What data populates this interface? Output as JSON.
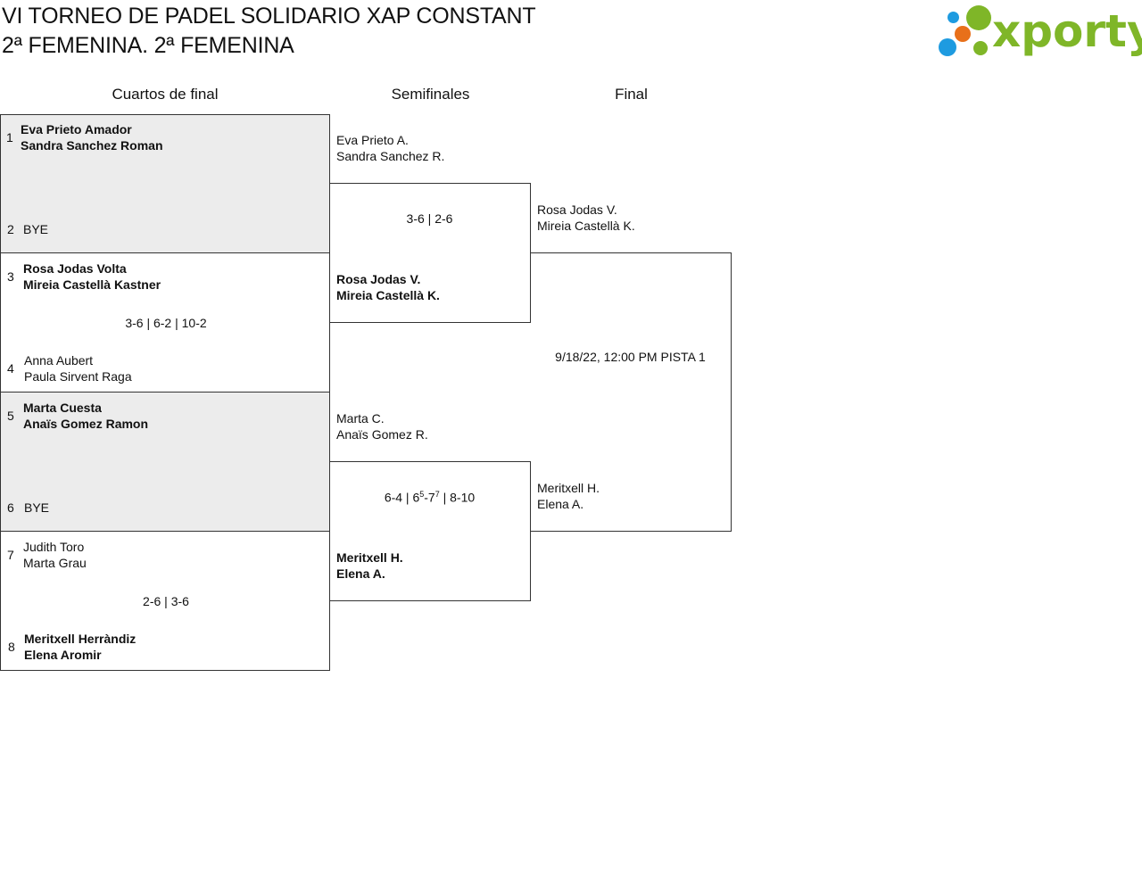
{
  "header": {
    "title_line1": "VI TORNEO DE PADEL SOLIDARIO XAP CONSTANT",
    "title_line2": "2ª FEMENINA. 2ª FEMENINA",
    "logo_text": "xporty",
    "logo_colors": {
      "blue": "#1e9be0",
      "orange": "#e8701a",
      "green": "#7fb628"
    }
  },
  "rounds": {
    "quarterfinals": "Cuartos de final",
    "semifinals": "Semifinales",
    "final": "Final"
  },
  "quarterfinals": [
    {
      "seed_a": "1",
      "a_p1": "Eva Prieto Amador",
      "a_p2": "Sandra Sanchez Roman",
      "seed_b": "2",
      "b_p1": "BYE",
      "b_p2": "",
      "score": ""
    },
    {
      "seed_a": "3",
      "a_p1": "Rosa Jodas Volta",
      "a_p2": "Mireia Castellà Kastner",
      "seed_b": "4",
      "b_p1": "Anna Aubert",
      "b_p2": "Paula Sirvent Raga",
      "score": "3-6 | 6-2 | 10-2"
    },
    {
      "seed_a": "5",
      "a_p1": "Marta Cuesta",
      "a_p2": "Anaïs Gomez Ramon",
      "seed_b": "6",
      "b_p1": "BYE",
      "b_p2": "",
      "score": ""
    },
    {
      "seed_a": "7",
      "a_p1": "Judith Toro",
      "a_p2": "Marta Grau",
      "seed_b": "8",
      "b_p1": "Meritxell Herràndiz",
      "b_p2": "Elena Aromir",
      "score": "2-6 | 3-6"
    }
  ],
  "semifinals": [
    {
      "a_p1": "Eva Prieto A.",
      "a_p2": "Sandra Sanchez R.",
      "b_p1": "Rosa Jodas V.",
      "b_p2": "Mireia Castellà K.",
      "score": "3-6 | 2-6"
    },
    {
      "a_p1": "Marta C.",
      "a_p2": "Anaïs Gomez R.",
      "b_p1": "Meritxell H.",
      "b_p2": "Elena A.",
      "score_prefix": "6-4 | 6",
      "score_sup1": "5",
      "score_mid": "-7",
      "score_sup2": "7",
      "score_suffix": " | 8-10"
    }
  ],
  "final": {
    "a_p1": "Rosa Jodas V.",
    "a_p2": "Mireia Castellà K.",
    "b_p1": "Meritxell H.",
    "b_p2": "Elena A.",
    "schedule": "9/18/22, 12:00 PM",
    "court": "PISTA 1"
  }
}
